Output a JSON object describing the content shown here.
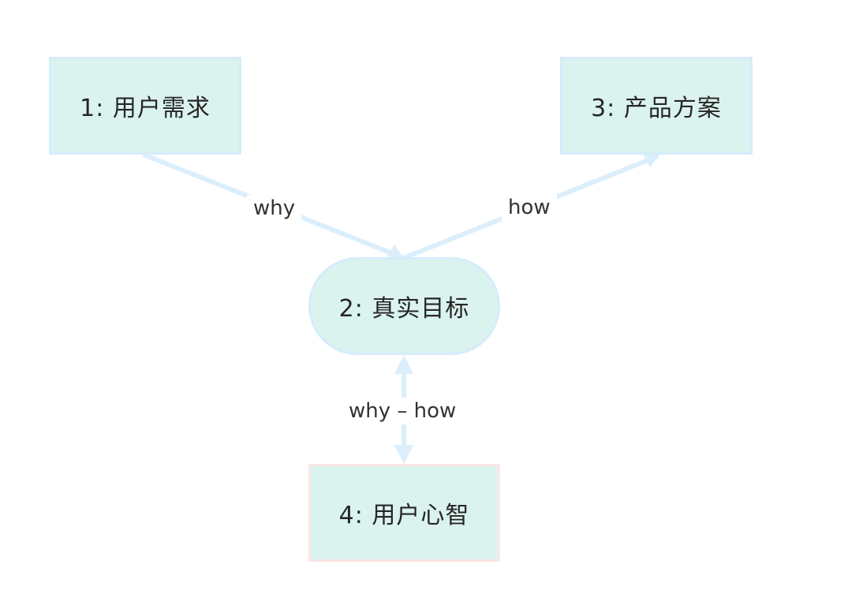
{
  "colors": {
    "node_fill": "#dbf3ee",
    "node_border": "#d6ecfa",
    "node4_border": "#fbe6e4",
    "edge": "#dbeefb"
  },
  "nodes": {
    "n1": "1: 用户需求",
    "n2": "2: 真实目标",
    "n3": "3: 产品方案",
    "n4": "4: 用户心智"
  },
  "edges": {
    "e1_label": "why",
    "e2_label": "how",
    "e3_label": "why – how"
  }
}
